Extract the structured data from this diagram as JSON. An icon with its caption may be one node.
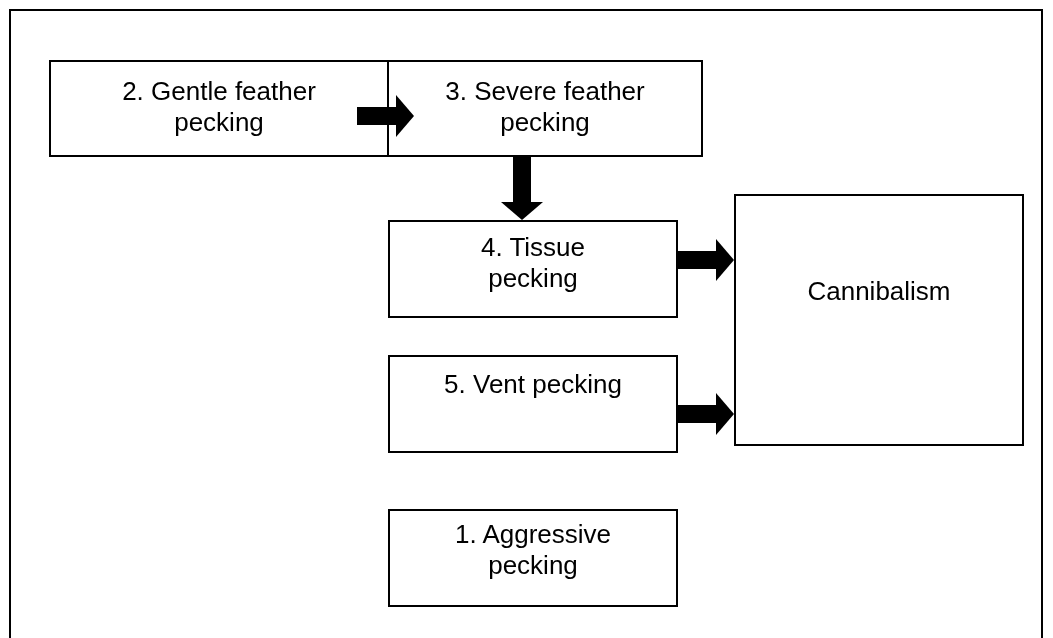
{
  "diagram": {
    "nodes": [
      {
        "text": [
          "2. Gentle feather pecking"
        ]
      },
      {
        "text": [
          "3. Severe feather pecking"
        ]
      },
      {
        "text": [
          "4. Tissue pecking"
        ]
      },
      {
        "text": [
          "Cannibalism"
        ]
      },
      {
        "text": [
          "5. Vent pecking"
        ]
      },
      {
        "text": [
          "1. Aggressive pecking"
        ]
      }
    ],
    "edges": [
      {
        "from": 0,
        "to": 1,
        "arrow": "to"
      },
      {
        "from": 1,
        "to": 2,
        "arrow": "to"
      },
      {
        "from": 2,
        "to": 3,
        "arrow": "to"
      },
      {
        "from": 4,
        "to": 3,
        "arrow": "to"
      }
    ]
  }
}
